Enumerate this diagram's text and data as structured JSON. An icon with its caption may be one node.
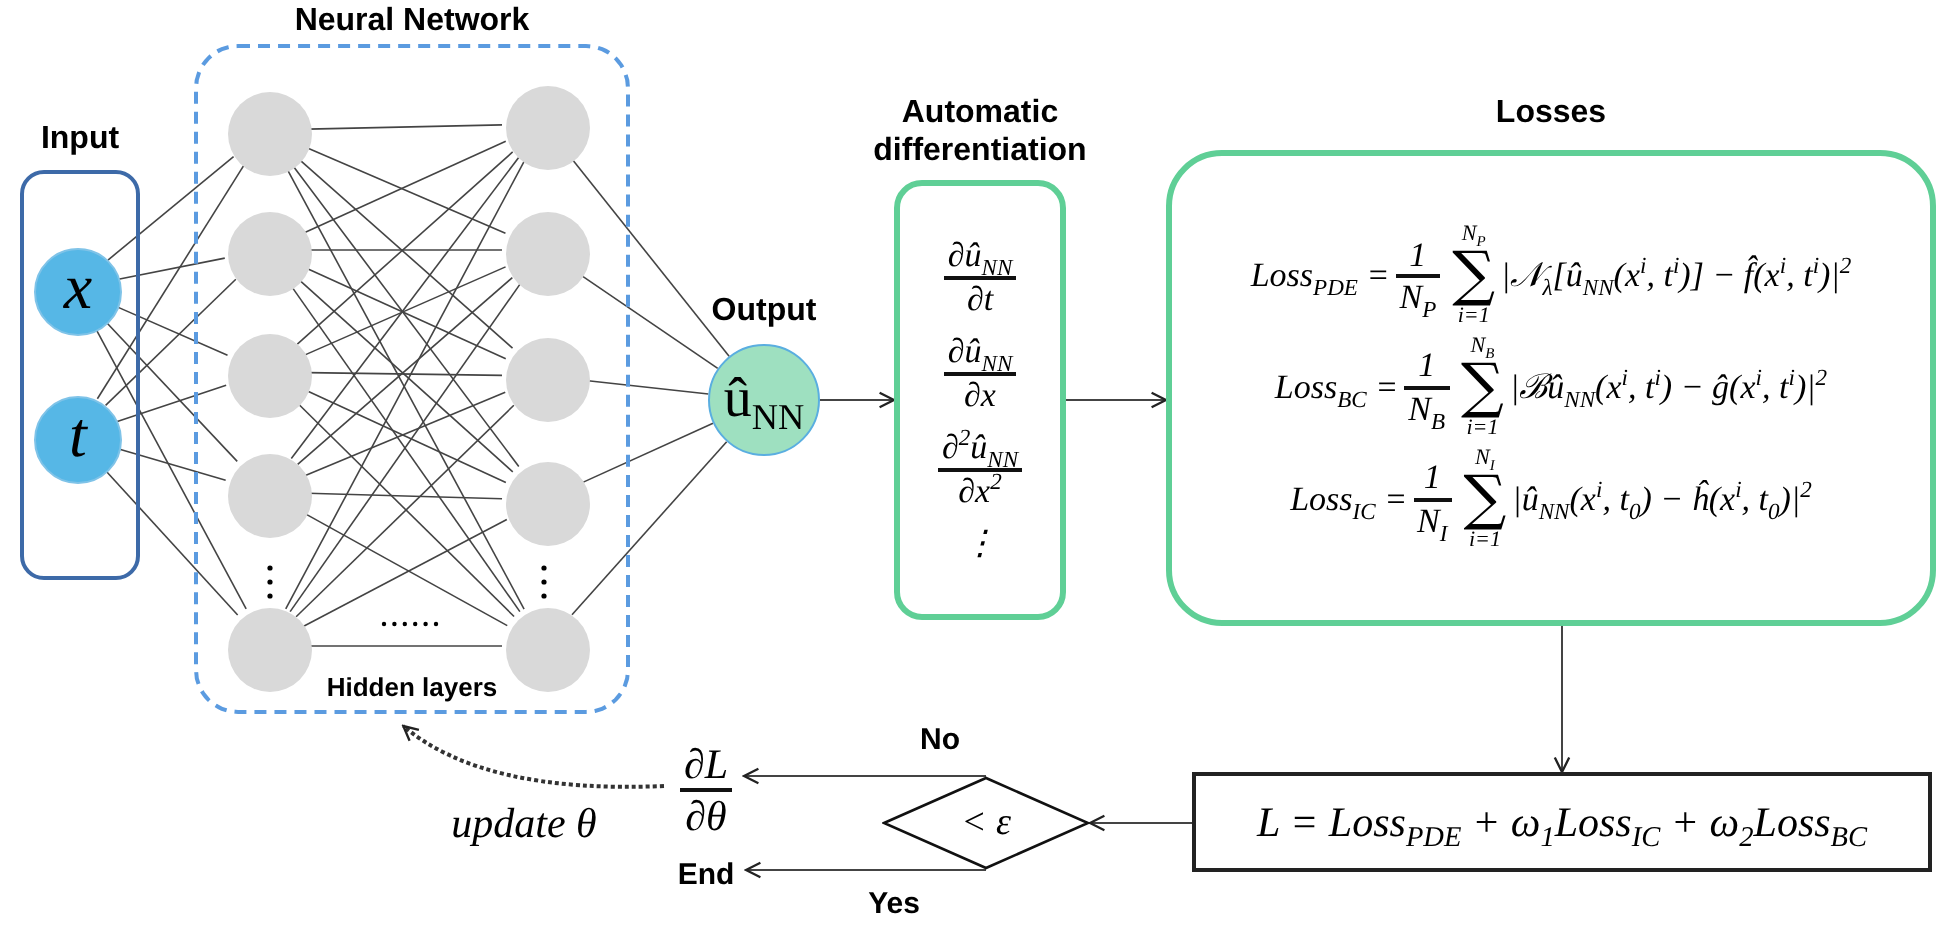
{
  "diagram": {
    "nodes": [
      {
        "text": [
          "Input"
        ]
      },
      {
        "text": [
          "x"
        ],
        "in": 0
      },
      {
        "text": [
          "t"
        ],
        "in": 0
      },
      {
        "text": [
          "Neural Network",
          "Hidden layers"
        ]
      },
      {
        "text": [],
        "shape": "circle",
        "in": 3
      },
      {
        "text": [],
        "shape": "circle",
        "in": 3
      },
      {
        "text": [],
        "shape": "circle",
        "in": 3
      },
      {
        "text": [],
        "shape": "circle",
        "in": 3
      },
      {
        "text": [],
        "shape": "circle",
        "in": 3
      },
      {
        "text": [],
        "shape": "circle",
        "in": 3
      },
      {
        "text": [],
        "shape": "circle",
        "in": 3
      },
      {
        "text": [],
        "shape": "circle",
        "in": 3
      },
      {
        "text": [],
        "shape": "circle",
        "in": 3
      },
      {
        "text": [],
        "shape": "circle",
        "in": 3
      },
      {
        "text": [
          "Output",
          "û$_{NN}$"
        ]
      },
      {
        "text": [
          "Automatic differentiation",
          "∂û$_{NN}$",
          "∂t",
          "∂û$_{NN}$",
          "∂x",
          "∂$^{2}$û$_{NN}$",
          "∂x$^{2}$",
          "⋮"
        ]
      },
      {
        "text": [
          "Losses",
          "Loss$_{PDE}$ =",
          "1",
          "N$_{P}$",
          "N$_{P}$",
          "∑",
          "i=1",
          "|𝒩$_{λ}$[û$_{NN}$(x$^{i}$, t$^{i}$)] − f̂(x$^{i}$, t$^{i}$)|$^{2}$",
          "Loss$_{BC}$ =",
          "1",
          "N$_{B}$",
          "N$_{B}$",
          "∑",
          "i=1",
          "|ℬû$_{NN}$(x$^{i}$, t$^{i}$) − ĝ(x$^{i}$, t$^{i}$)|$^{2}$",
          "Loss$_{IC}$ =",
          "1",
          "N$_{I}$",
          "N$_{I}$",
          "∑",
          "i=1",
          "|û$_{NN}$(x$^{i}$, t$_{0}$) − ĥ(x$^{i}$, t$_{0}$)|$^{2}$"
        ]
      },
      {
        "text": [
          "L = Loss$_{PDE}$ + ω$_{1}$Loss$_{IC}$ + ω$_{2}$Loss$_{BC}$"
        ]
      },
      {
        "text": [
          "< ε"
        ]
      },
      {
        "text": [
          "∂L",
          "∂θ"
        ]
      },
      {
        "text": [
          "End"
        ]
      }
    ],
    "edges": [
      {
        "from": 1,
        "to": 4,
        "arrow": "none"
      },
      {
        "from": 1,
        "to": 5,
        "arrow": "none"
      },
      {
        "from": 1,
        "to": 6,
        "arrow": "none"
      },
      {
        "from": 1,
        "to": 7,
        "arrow": "none"
      },
      {
        "from": 1,
        "to": 8,
        "arrow": "none"
      },
      {
        "from": 2,
        "to": 4,
        "arrow": "none"
      },
      {
        "from": 2,
        "to": 5,
        "arrow": "none"
      },
      {
        "from": 2,
        "to": 6,
        "arrow": "none"
      },
      {
        "from": 2,
        "to": 7,
        "arrow": "none"
      },
      {
        "from": 2,
        "to": 8,
        "arrow": "none"
      },
      {
        "from": 4,
        "to": 9,
        "arrow": "none"
      },
      {
        "from": 4,
        "to": 10,
        "arrow": "none"
      },
      {
        "from": 4,
        "to": 11,
        "arrow": "none"
      },
      {
        "from": 4,
        "to": 12,
        "arrow": "none"
      },
      {
        "from": 4,
        "to": 13,
        "arrow": "none"
      },
      {
        "from": 5,
        "to": 9,
        "arrow": "none"
      },
      {
        "from": 5,
        "to": 10,
        "arrow": "none"
      },
      {
        "from": 5,
        "to": 11,
        "arrow": "none"
      },
      {
        "from": 5,
        "to": 12,
        "arrow": "none"
      },
      {
        "from": 5,
        "to": 13,
        "arrow": "none"
      },
      {
        "from": 6,
        "to": 9,
        "arrow": "none"
      },
      {
        "from": 6,
        "to": 10,
        "arrow": "none"
      },
      {
        "from": 6,
        "to": 11,
        "arrow": "none"
      },
      {
        "from": 6,
        "to": 12,
        "arrow": "none"
      },
      {
        "from": 6,
        "to": 13,
        "arrow": "none"
      },
      {
        "from": 7,
        "to": 9,
        "arrow": "none"
      },
      {
        "from": 7,
        "to": 10,
        "arrow": "none"
      },
      {
        "from": 7,
        "to": 11,
        "arrow": "none"
      },
      {
        "from": 7,
        "to": 12,
        "arrow": "none"
      },
      {
        "from": 7,
        "to": 13,
        "arrow": "none"
      },
      {
        "from": 8,
        "to": 9,
        "arrow": "none"
      },
      {
        "from": 8,
        "to": 10,
        "arrow": "none"
      },
      {
        "from": 8,
        "to": 11,
        "arrow": "none"
      },
      {
        "from": 8,
        "to": 12,
        "arrow": "none"
      },
      {
        "from": 8,
        "to": 13,
        "arrow": "none"
      },
      {
        "from": 9,
        "to": 14,
        "arrow": "none"
      },
      {
        "from": 10,
        "to": 14,
        "arrow": "none"
      },
      {
        "from": 11,
        "to": 14,
        "arrow": "none"
      },
      {
        "from": 12,
        "to": 14,
        "arrow": "none"
      },
      {
        "from": 13,
        "to": 14,
        "arrow": "none"
      },
      {
        "from": 14,
        "to": 15,
        "arrow": "to"
      },
      {
        "from": 15,
        "to": 16,
        "arrow": "to"
      },
      {
        "from": 16,
        "to": 17,
        "arrow": "to"
      },
      {
        "from": 17,
        "to": 18,
        "arrow": "to"
      },
      {
        "from": 18,
        "to": 19,
        "arrow": "to",
        "label": "No"
      },
      {
        "from": 18,
        "to": 20,
        "arrow": "to",
        "label": "Yes"
      },
      {
        "from": 19,
        "to": 3,
        "arrow": "to",
        "label": "update θ",
        "style": "dashed"
      }
    ]
  }
}
